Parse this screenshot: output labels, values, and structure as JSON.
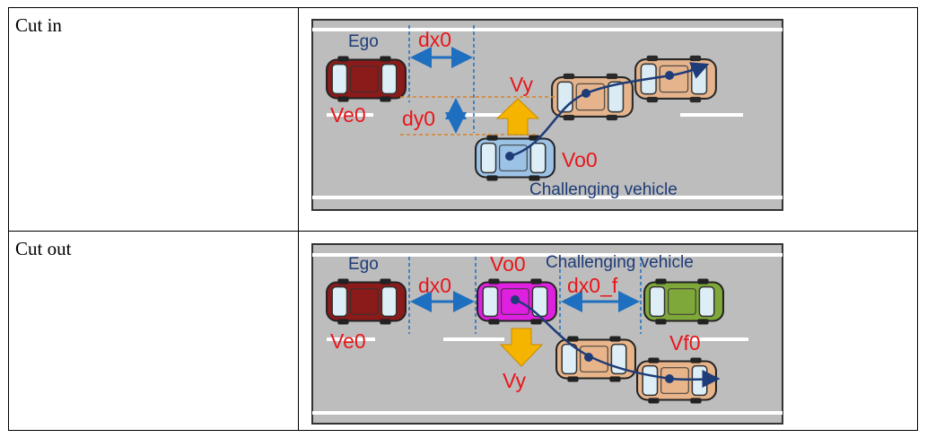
{
  "rows": [
    {
      "label": "Cut in",
      "diagram": {
        "ego_label": "Ego",
        "dx0_label": "dx0",
        "dy0_label": "dy0",
        "vy_label": "Vy",
        "ve0_label": "Ve0",
        "vo0_label": "Vo0",
        "challenging_label": "Challenging vehicle"
      }
    },
    {
      "label": "Cut out",
      "diagram": {
        "ego_label": "Ego",
        "dx0_label": "dx0",
        "vo0_label": "Vo0",
        "challenging_label": "Challenging vehicle",
        "dx0f_label": "dx0_f",
        "ve0_label": "Ve0",
        "vf0_label": "Vf0",
        "vy_label": "Vy"
      }
    }
  ],
  "colors": {
    "road": "#bdbdbd",
    "ego_car": "#8b1a1a",
    "challenger_cut_in": "#9cc3e6",
    "challenger_cut_out": "#e020e0",
    "front_car": "#7fa83a",
    "ghost_car": "#e8b48a",
    "text_red": "#e8161b",
    "text_navy": "#1e3c78",
    "arrow_blue": "#1f6fc0",
    "arrow_yellow": "#f5b400",
    "dash_orange": "#d9822b"
  }
}
